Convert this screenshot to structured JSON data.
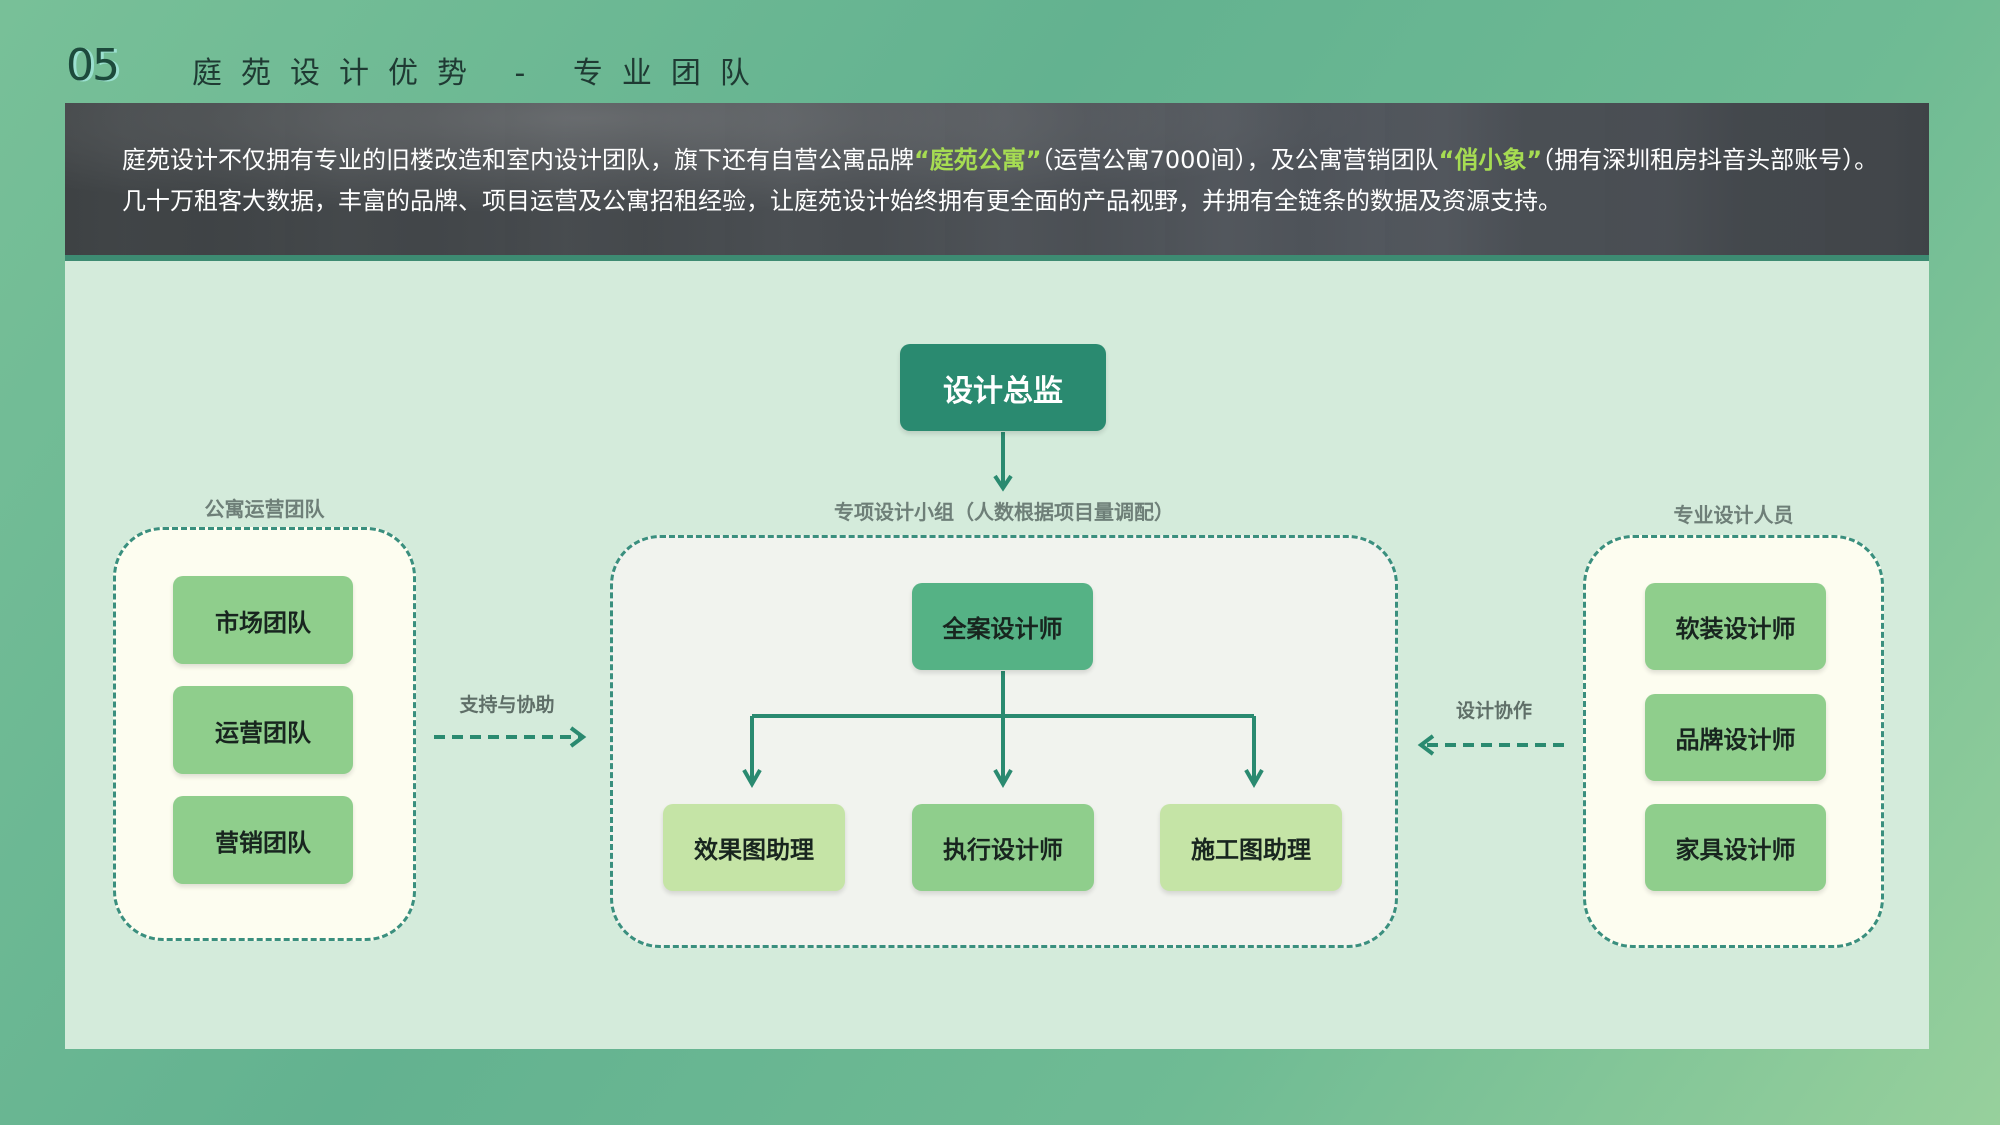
{
  "header": {
    "section_number": "05",
    "title": "庭苑设计优势 - 专业团队"
  },
  "intro": {
    "p1": "庭苑设计不仅拥有专业的旧楼改造和室内设计团队，旗下还有自营公寓品牌",
    "brand1": "“庭苑公寓”",
    "p2": "（运营公寓7000间），及公寓营销团队",
    "brand2": "“俏小象”",
    "p3": "（拥有深圳租房抖音头部账号）。几十万租客大数据，丰富的品牌、项目运营及公寓招租经验，让庭苑设计始终拥有更全面的产品视野，并拥有全链条的数据及资源支持。"
  },
  "diagram": {
    "top_node": "设计总监",
    "left_group": {
      "label": "公寓运营团队",
      "items": [
        "市场团队",
        "运营团队",
        "营销团队"
      ]
    },
    "center_group": {
      "label": "专项设计小组（人数根据项目量调配）",
      "lead": "全案设计师",
      "members": [
        "效果图助理",
        "执行设计师",
        "施工图助理"
      ]
    },
    "right_group": {
      "label": "专业设计人员",
      "items": [
        "软装设计师",
        "品牌设计师",
        "家具设计师"
      ]
    },
    "left_arrow_label": "支持与协助",
    "right_arrow_label": "设计协作"
  },
  "colors": {
    "accent_dark": "#2a8a70",
    "dashed_border": "#3a8f7e",
    "highlight": "#a6dc52"
  }
}
